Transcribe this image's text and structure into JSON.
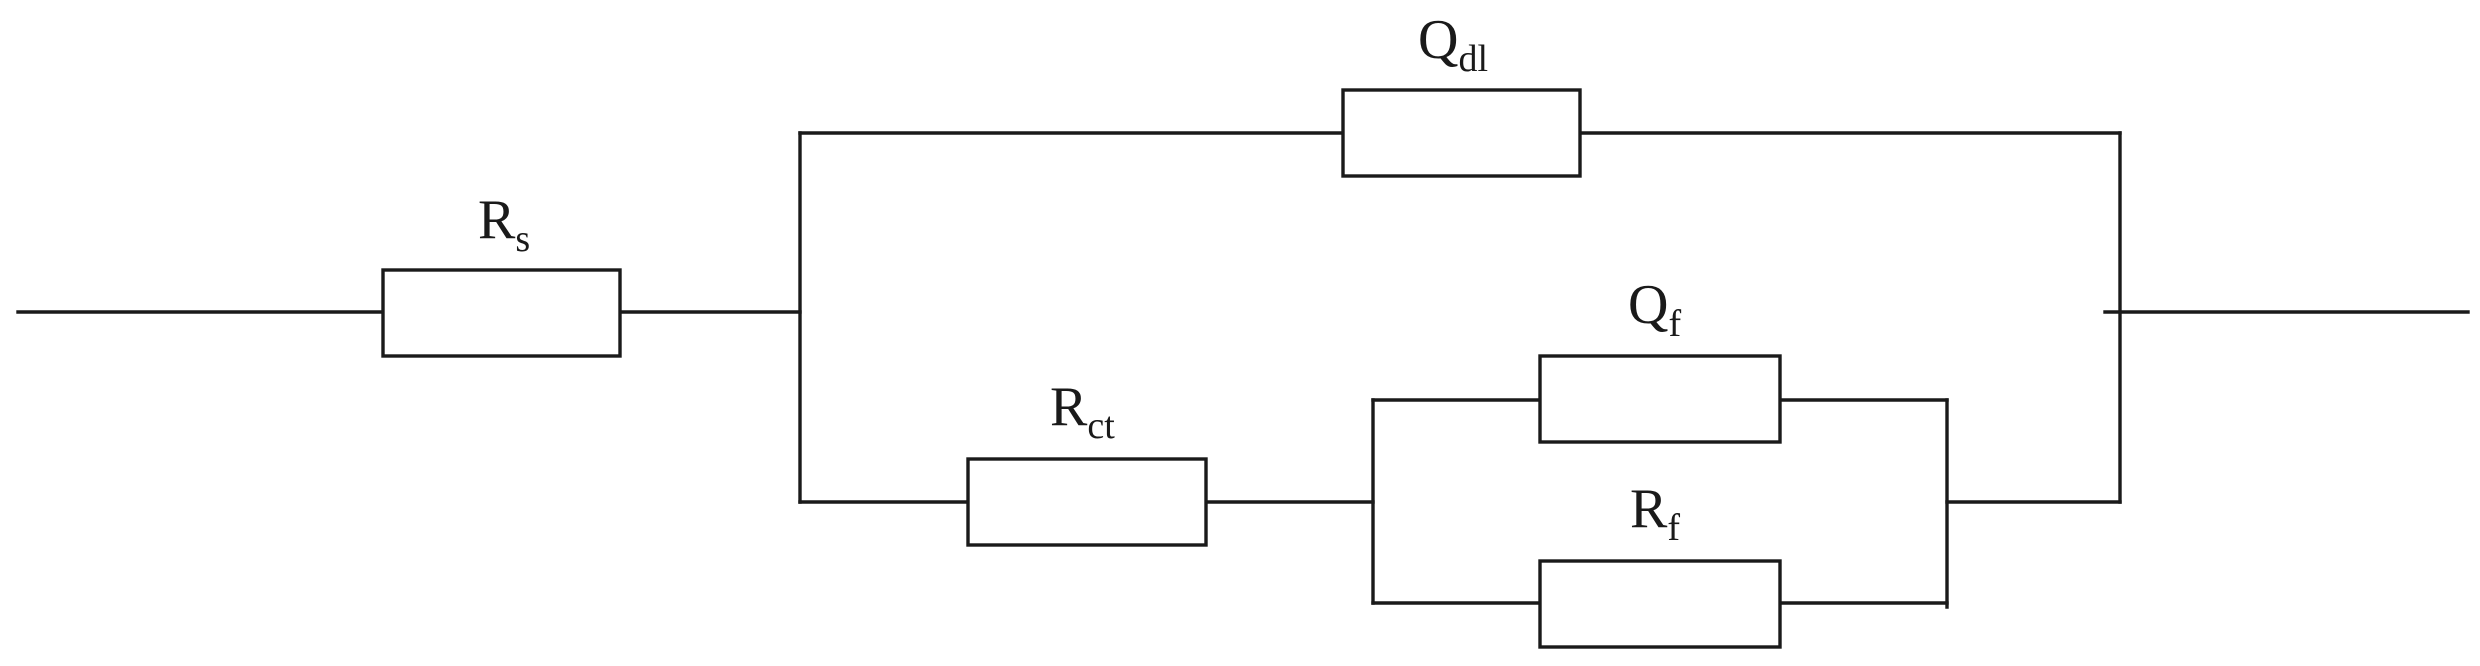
{
  "diagram": {
    "type": "equivalent-circuit",
    "stroke_color": "#1a1a1a",
    "background": "#ffffff",
    "elements": [
      {
        "id": "rs",
        "symbol": "R",
        "subscript": "s"
      },
      {
        "id": "qdl",
        "symbol": "Q",
        "subscript": "dl"
      },
      {
        "id": "rct",
        "symbol": "R",
        "subscript": "ct"
      },
      {
        "id": "qf",
        "symbol": "Q",
        "subscript": "f"
      },
      {
        "id": "rf",
        "symbol": "R",
        "subscript": "f"
      }
    ],
    "topology": {
      "series": [
        "rs",
        "parallel_outer"
      ],
      "parallel_outer": [
        "qdl",
        "branch_lower"
      ],
      "branch_lower": {
        "series": [
          "rct",
          "parallel_inner"
        ]
      },
      "parallel_inner": [
        "qf",
        "rf"
      ]
    }
  }
}
